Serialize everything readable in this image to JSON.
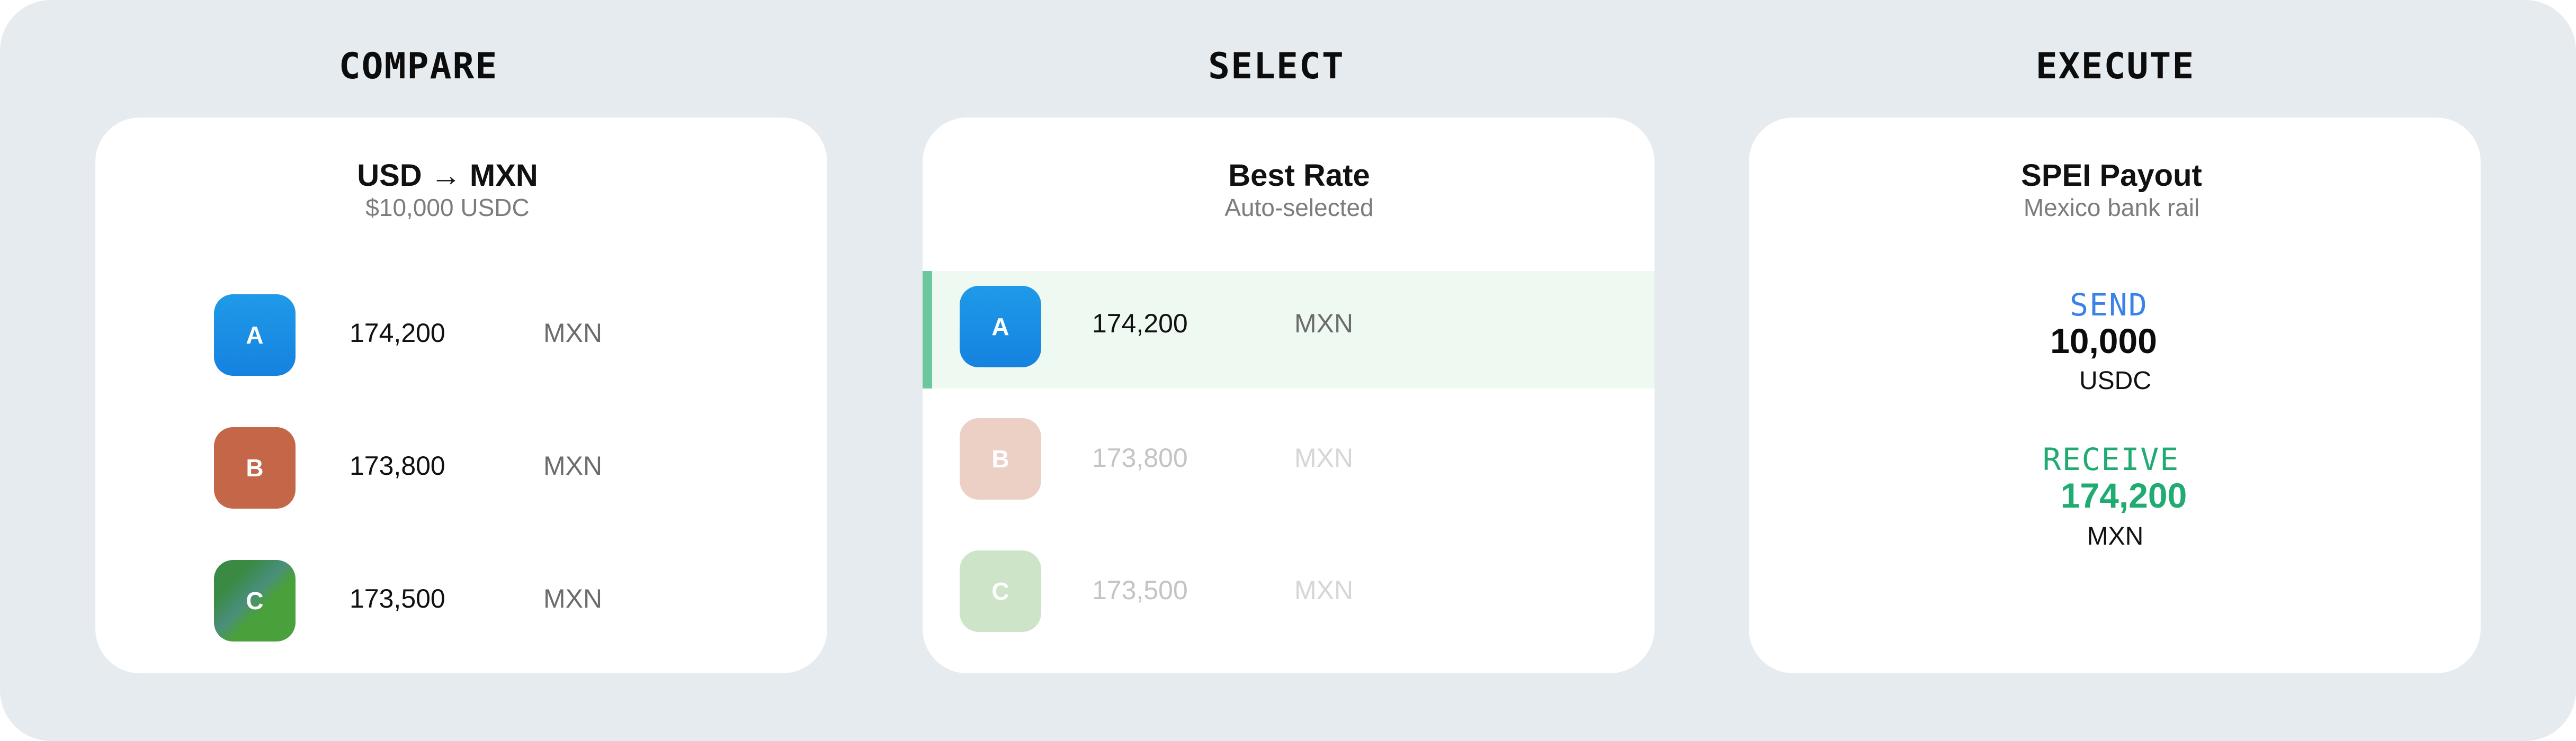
{
  "columns": {
    "compare": {
      "title": "COMPARE",
      "card_title": "USD → MXN",
      "card_subtitle": "$10,000 USDC",
      "rows": [
        {
          "badge": "A",
          "amount": "174,200",
          "currency": "MXN"
        },
        {
          "badge": "B",
          "amount": "173,800",
          "currency": "MXN"
        },
        {
          "badge": "C",
          "amount": "173,500",
          "currency": "MXN"
        }
      ]
    },
    "select": {
      "title": "SELECT",
      "card_title": "Best Rate",
      "card_subtitle": "Auto-selected",
      "rows": [
        {
          "badge": "A",
          "amount": "174,200",
          "currency": "MXN",
          "selected": true
        },
        {
          "badge": "B",
          "amount": "173,800",
          "currency": "MXN",
          "selected": false
        },
        {
          "badge": "C",
          "amount": "173,500",
          "currency": "MXN",
          "selected": false
        }
      ]
    },
    "execute": {
      "title": "EXECUTE",
      "card_title": "SPEI Payout",
      "card_subtitle": "Mexico bank rail",
      "send": {
        "label": "SEND",
        "amount": "10,000",
        "currency": "USDC"
      },
      "receive": {
        "label": "RECEIVE",
        "amount": "174,200",
        "currency": "MXN"
      }
    }
  },
  "colors": {
    "background": "#e6ebef",
    "card": "#ffffff",
    "badge_a": "#1a8fe6",
    "badge_b": "#c46748",
    "badge_c": "#4a9a3c",
    "selected_highlight": "#eefaf1",
    "selected_bar": "#6cc69e",
    "send_label": "#3a82e8",
    "receive_accent": "#1fab72"
  }
}
